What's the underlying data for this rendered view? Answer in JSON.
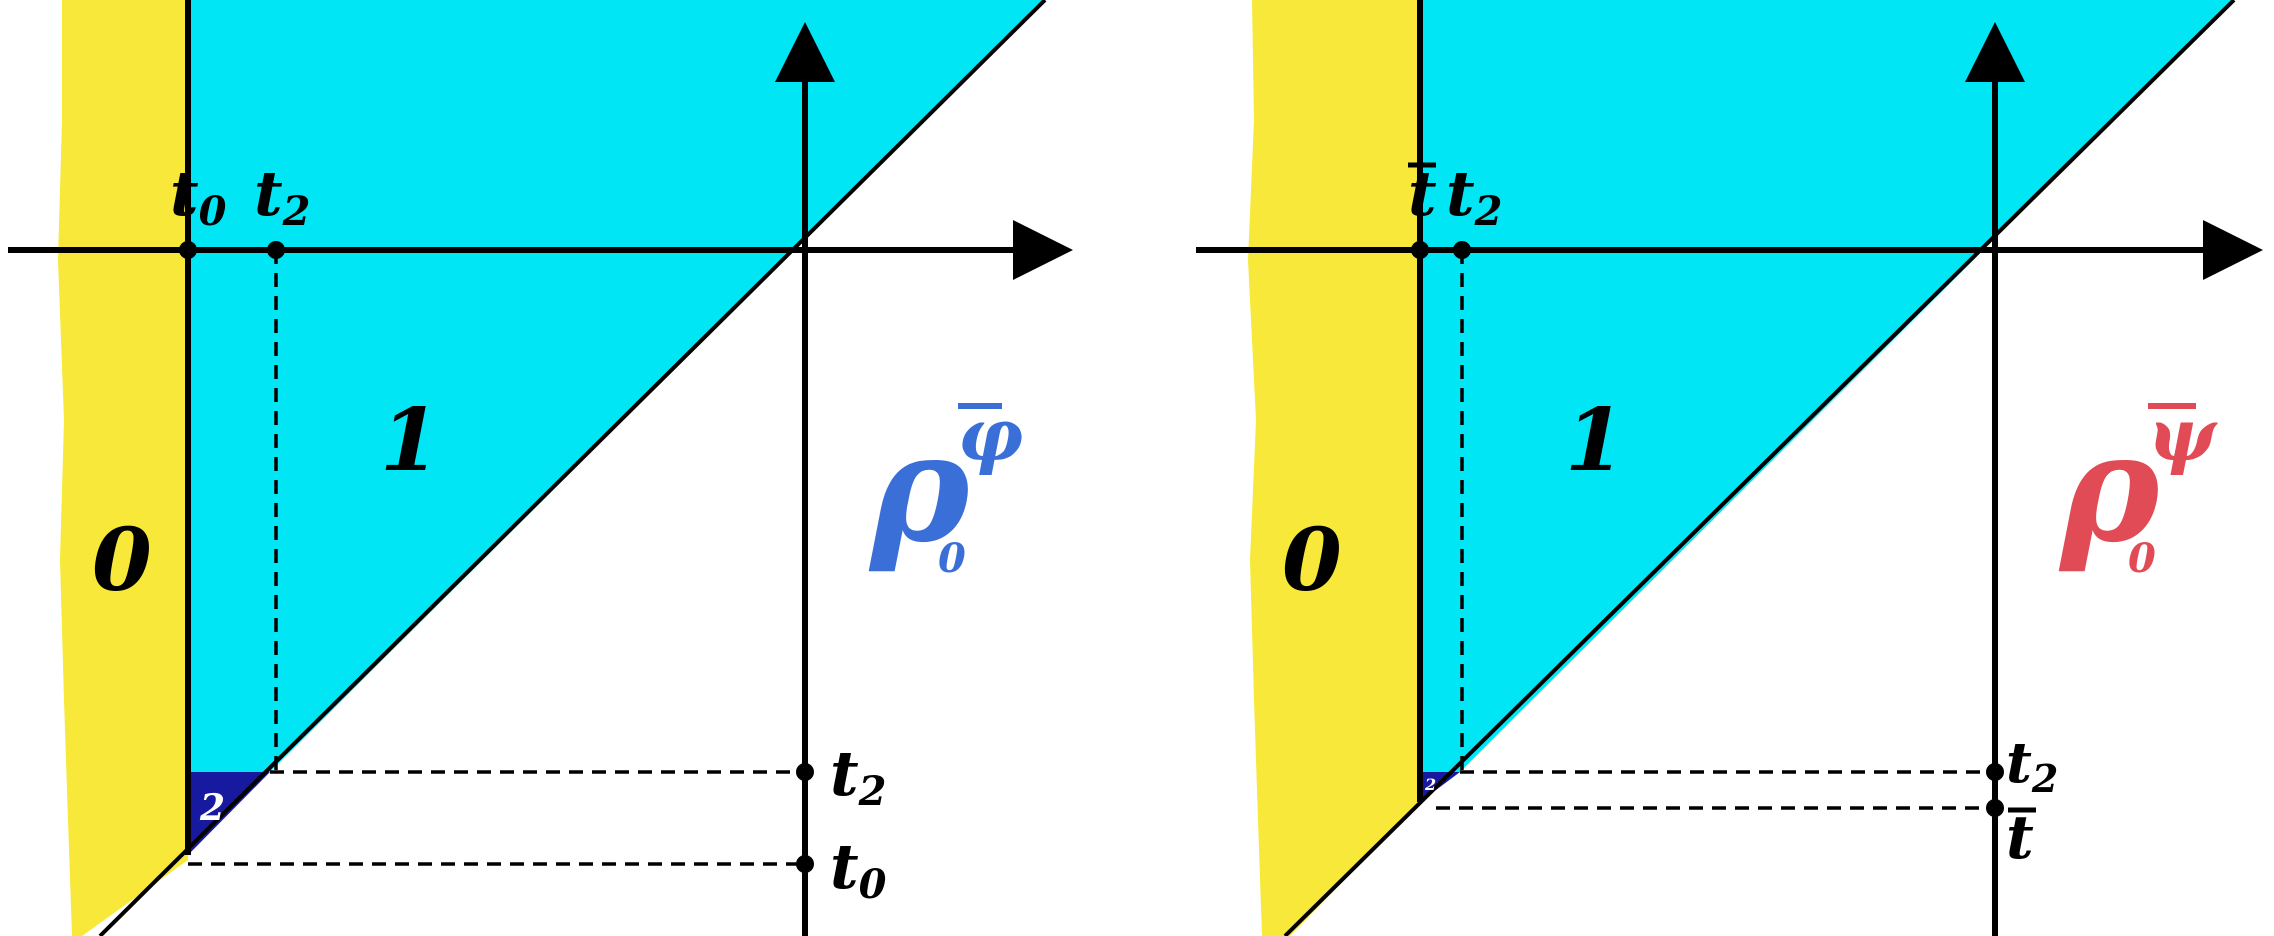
{
  "colors": {
    "region0": "#f7e83a",
    "region1": "#00e6f5",
    "region2": "#17199e",
    "axis": "#000000",
    "rho_left": "#3b6fd8",
    "rho_right": "#e04b55"
  },
  "left_panel": {
    "region0_label": "0",
    "region1_label": "1",
    "region2_label": "2",
    "top_label_a": "t",
    "top_label_a_sub": "0",
    "top_label_b": "t",
    "top_label_b_sub": "2",
    "right_label_upper": "t",
    "right_label_upper_sub": "2",
    "right_label_lower": "t",
    "right_label_lower_sub": "0",
    "rho_symbol": "ρ",
    "rho_sub": "0",
    "rho_sup": "φ"
  },
  "right_panel": {
    "region0_label": "0",
    "region1_label": "1",
    "region2_label": "2",
    "top_label_a": "t",
    "top_label_b": "t",
    "top_label_b_sub": "2",
    "right_label_upper": "t",
    "right_label_upper_sub": "2",
    "right_label_lower": "t",
    "rho_symbol": "ρ",
    "rho_sub": "0",
    "rho_sup": "ψ"
  }
}
